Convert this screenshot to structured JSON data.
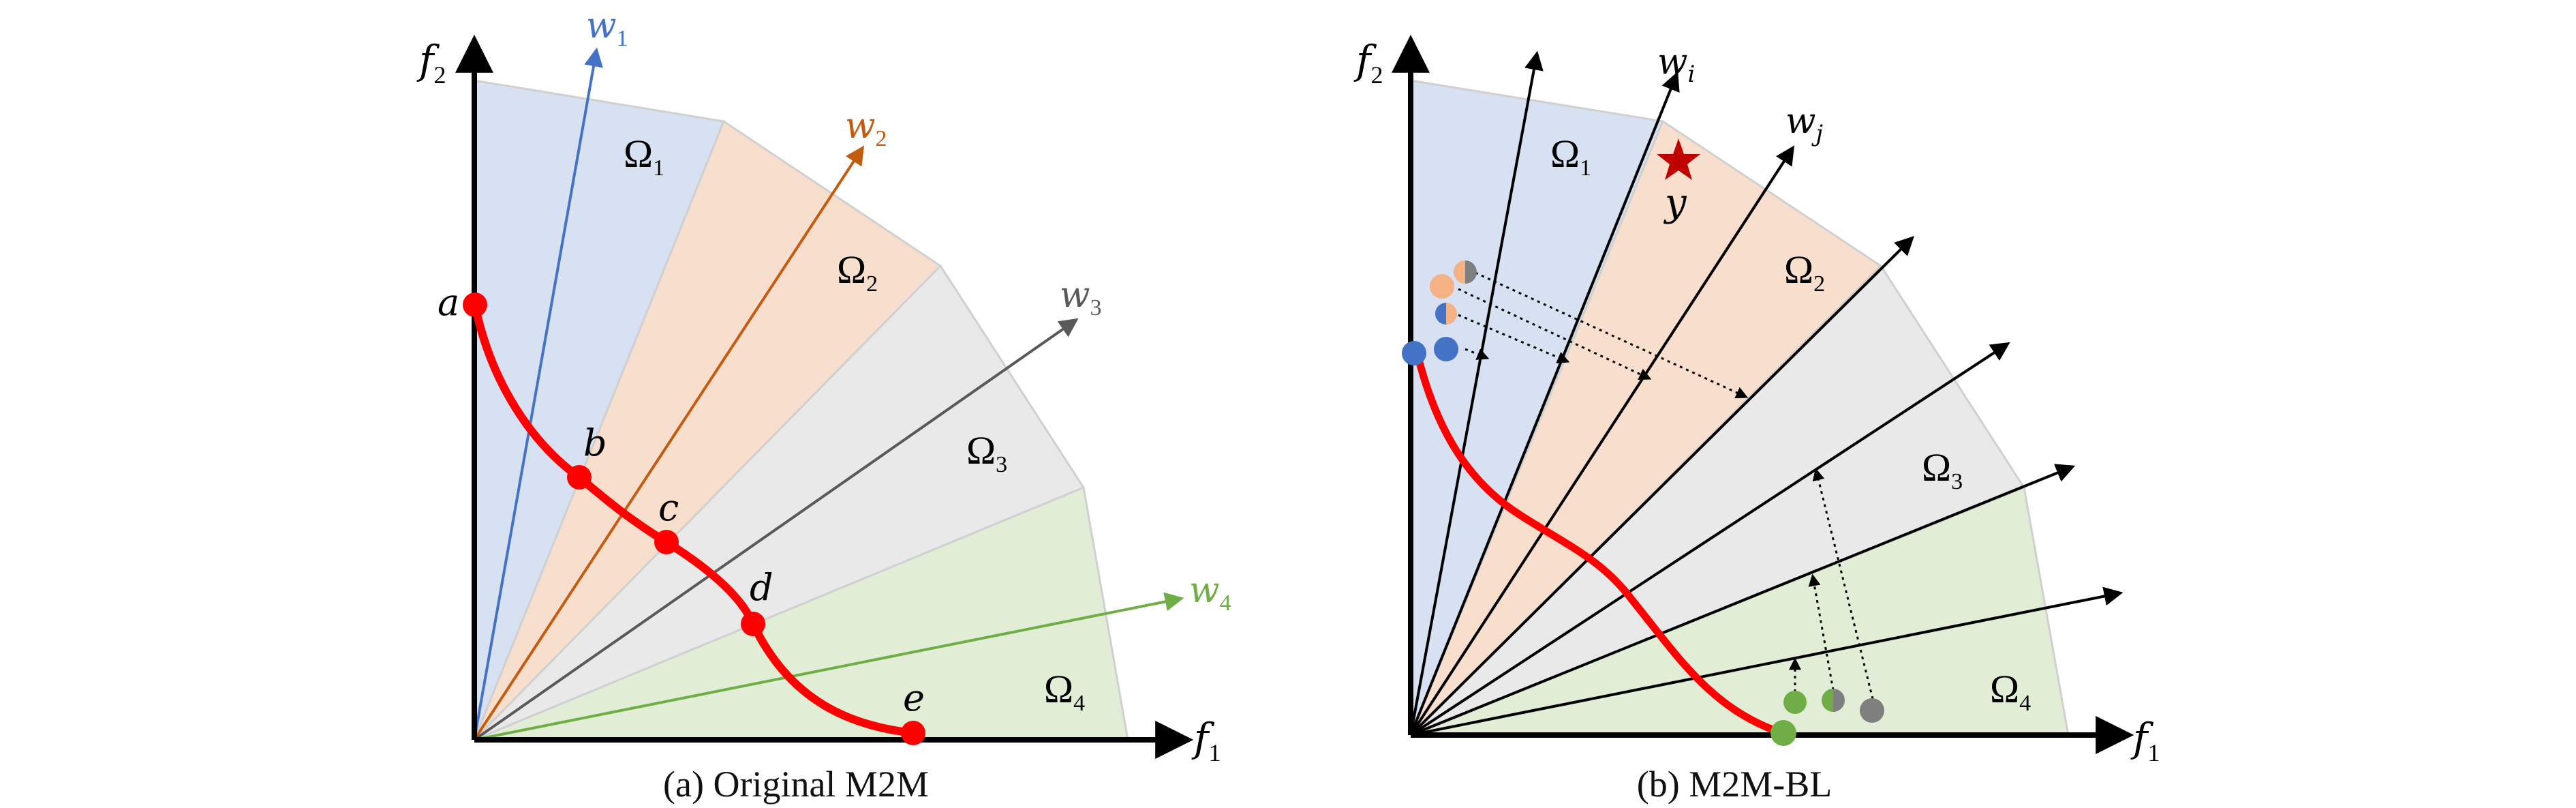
{
  "panel_a": {
    "caption": "(a) Original M2M",
    "axis_x": "f",
    "axis_x_sub": "1",
    "axis_y": "f",
    "axis_y_sub": "2",
    "regions": [
      {
        "label": "Ω",
        "sub": "1",
        "color": "#d7e1f2"
      },
      {
        "label": "Ω",
        "sub": "2",
        "color": "#f8dfcd"
      },
      {
        "label": "Ω",
        "sub": "3",
        "color": "#e9e9e9"
      },
      {
        "label": "Ω",
        "sub": "4",
        "color": "#e2edd6"
      }
    ],
    "vectors": [
      {
        "label": "w",
        "sub": "1",
        "color": "#4472c4"
      },
      {
        "label": "w",
        "sub": "2",
        "color": "#c55a11"
      },
      {
        "label": "w",
        "sub": "3",
        "color": "#595959"
      },
      {
        "label": "w",
        "sub": "4",
        "color": "#70ad47"
      }
    ],
    "points": [
      "a",
      "b",
      "c",
      "d",
      "e"
    ]
  },
  "panel_b": {
    "caption": "(b) M2M-BL",
    "axis_x": "f",
    "axis_x_sub": "1",
    "axis_y": "f",
    "axis_y_sub": "2",
    "regions": [
      {
        "label": "Ω",
        "sub": "1"
      },
      {
        "label": "Ω",
        "sub": "2"
      },
      {
        "label": "Ω",
        "sub": "3"
      },
      {
        "label": "Ω",
        "sub": "4"
      }
    ],
    "vector_i": {
      "label": "w",
      "sub": "i"
    },
    "vector_j": {
      "label": "w",
      "sub": "j"
    },
    "star_label": "y"
  },
  "colors": {
    "pareto_front": "#ff0000",
    "blue_point": "#4472c4",
    "orange_point": "#f4b183",
    "gray_point": "#7f7f7f",
    "green_point": "#70ad47",
    "star": "#c00000",
    "axis": "#000000"
  }
}
